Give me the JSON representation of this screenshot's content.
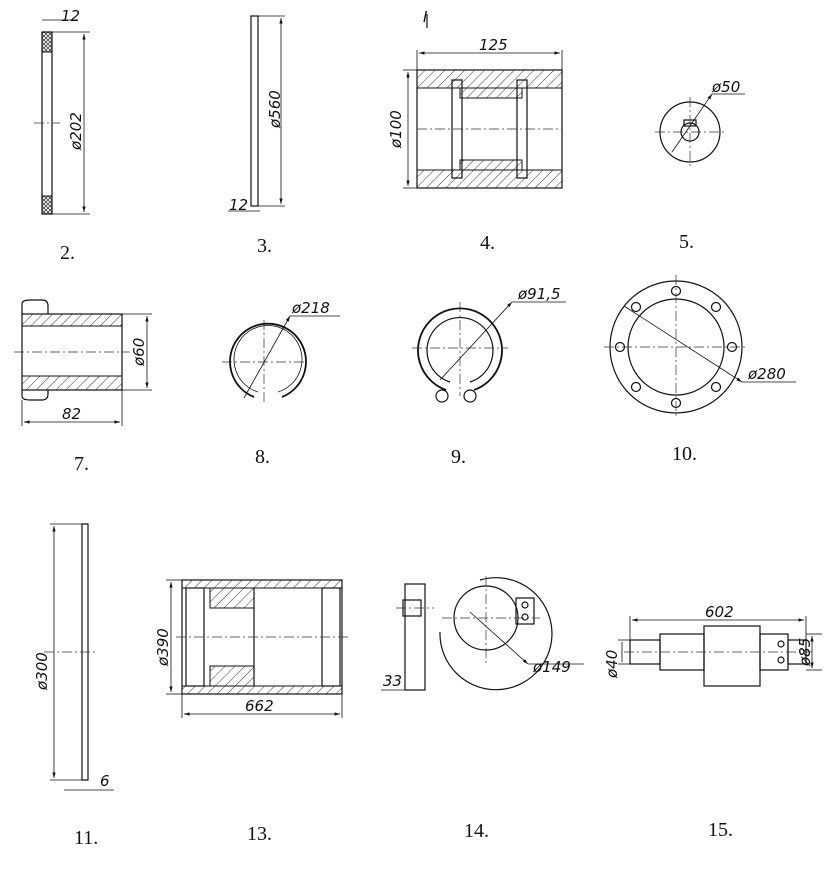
{
  "parts": [
    {
      "number": "2.",
      "dims": [
        "12",
        "ø202"
      ]
    },
    {
      "number": "3.",
      "dims": [
        "ø560",
        "12"
      ]
    },
    {
      "number": "4.",
      "dims": [
        "125",
        "ø100"
      ],
      "mark": "I"
    },
    {
      "number": "5.",
      "dims": [
        "ø50"
      ]
    },
    {
      "number": "7.",
      "dims": [
        "ø60",
        "82"
      ]
    },
    {
      "number": "8.",
      "dims": [
        "ø218"
      ]
    },
    {
      "number": "9.",
      "dims": [
        "ø91,5"
      ]
    },
    {
      "number": "10.",
      "dims": [
        "ø280"
      ]
    },
    {
      "number": "11.",
      "dims": [
        "ø300",
        "6"
      ]
    },
    {
      "number": "13.",
      "dims": [
        "ø390",
        "662"
      ]
    },
    {
      "number": "14.",
      "dims": [
        "33",
        "ø149"
      ]
    },
    {
      "number": "15.",
      "dims": [
        "602",
        "ø40",
        "ø85"
      ]
    }
  ]
}
